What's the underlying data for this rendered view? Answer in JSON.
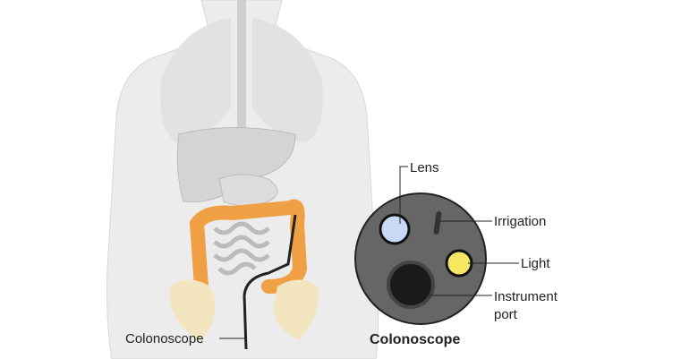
{
  "labels": {
    "colonoscope_left": "Colonoscope",
    "lens": "Lens",
    "irrigation": "Irrigation",
    "light": "Light",
    "instrument_port_line1": "Instrument",
    "instrument_port_line2": "port",
    "cross_section_title": "Colonoscope"
  },
  "colors": {
    "body": "#ececec",
    "colon": "#f0a044",
    "scope_tip": "#666666",
    "lens": "#c8d8f5",
    "light": "#f5e663"
  }
}
